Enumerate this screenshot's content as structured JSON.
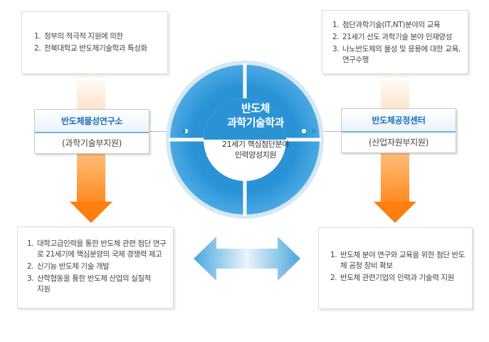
{
  "center": {
    "title_line1": "반도체",
    "title_line2": "과학기술학과",
    "desc_line1": "21세기 핵심첨단분야",
    "desc_line2": "인력양성지원"
  },
  "left_lab": {
    "title": "반도체물성연구소",
    "sub": "(과학기술부지원)"
  },
  "right_lab": {
    "title": "반도체공정센터",
    "sub": "(산업자원부지원)"
  },
  "top_left": {
    "items": [
      {
        "num": "1.",
        "text": "정부의 적극적 지원에 의한"
      },
      {
        "num": "2.",
        "text": "전북대학교 반도체기술학과 특성화"
      }
    ]
  },
  "top_right": {
    "items": [
      {
        "num": "1.",
        "text": "첨단과학기술(IT,NT)분야의 교육"
      },
      {
        "num": "2.",
        "text": "21세기 선도 과학기술 분야 인재양성"
      },
      {
        "num": "3.",
        "text": "나노반도체의 물성 및 응용에 대한 교육, 연구수행"
      }
    ]
  },
  "bottom_left": {
    "items": [
      {
        "num": "1.",
        "text": "대학고급인력을 통한 반도체 관련 첨단 연구로 21세기에 핵심분양의 국제 경쟁력 제고"
      },
      {
        "num": "2.",
        "text": "신기능 반도체 기술 개발"
      },
      {
        "num": "3.",
        "text": "산학협동을 통한 반도체 산업의 실질적 지원"
      }
    ]
  },
  "bottom_right": {
    "items": [
      {
        "num": "1.",
        "text": "반도체 분야 연구와 교육을 위한 첨단 반도체 공정 장비 확보"
      },
      {
        "num": "2.",
        "text": "반도체 관련기업의 인력과 기술력 지원"
      }
    ]
  },
  "colors": {
    "accent_blue": "#2a93d5",
    "arrow_orange": "#ff7e0f",
    "lab_title": "#1c6fb8"
  }
}
